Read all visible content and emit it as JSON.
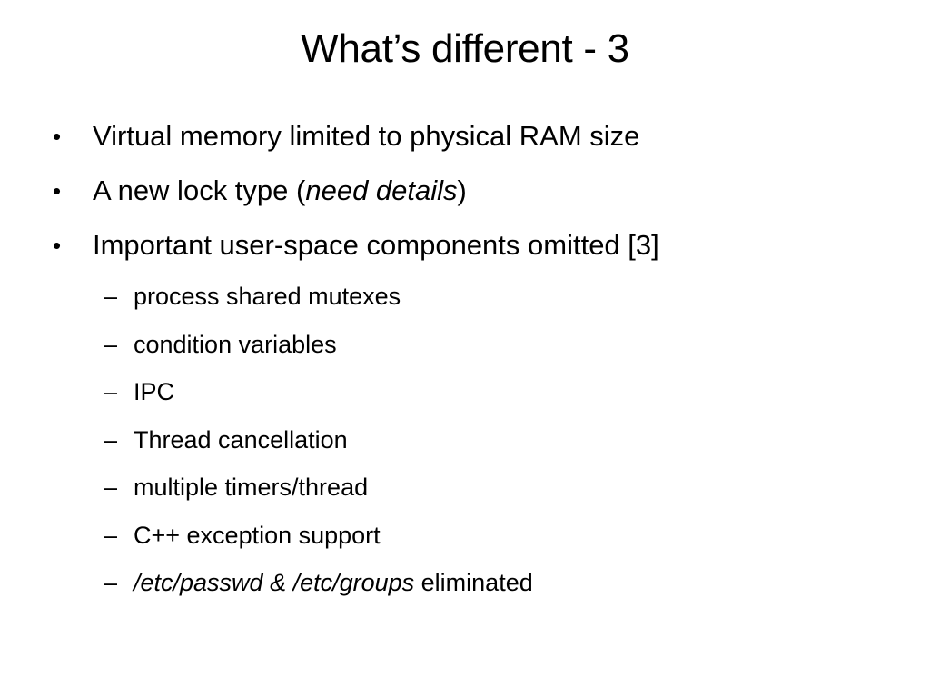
{
  "slide": {
    "title": "What’s different - 3",
    "bullets": [
      {
        "text": "Virtual memory limited to physical RAM size"
      },
      {
        "prefix": "A new lock type (",
        "italic": "need details",
        "suffix": ")"
      },
      {
        "text": "Important user-space components omitted [3]"
      }
    ],
    "sub_bullets": [
      {
        "text": "process shared mutexes"
      },
      {
        "text": "condition variables"
      },
      {
        "text": "IPC"
      },
      {
        "text": "Thread cancellation"
      },
      {
        "text": "multiple timers/thread"
      },
      {
        "text": "C++ exception support"
      },
      {
        "italic": "/etc/passwd & /etc/groups",
        "suffix": " eliminated"
      }
    ],
    "bullet_glyph": "•",
    "dash_glyph": "–"
  }
}
